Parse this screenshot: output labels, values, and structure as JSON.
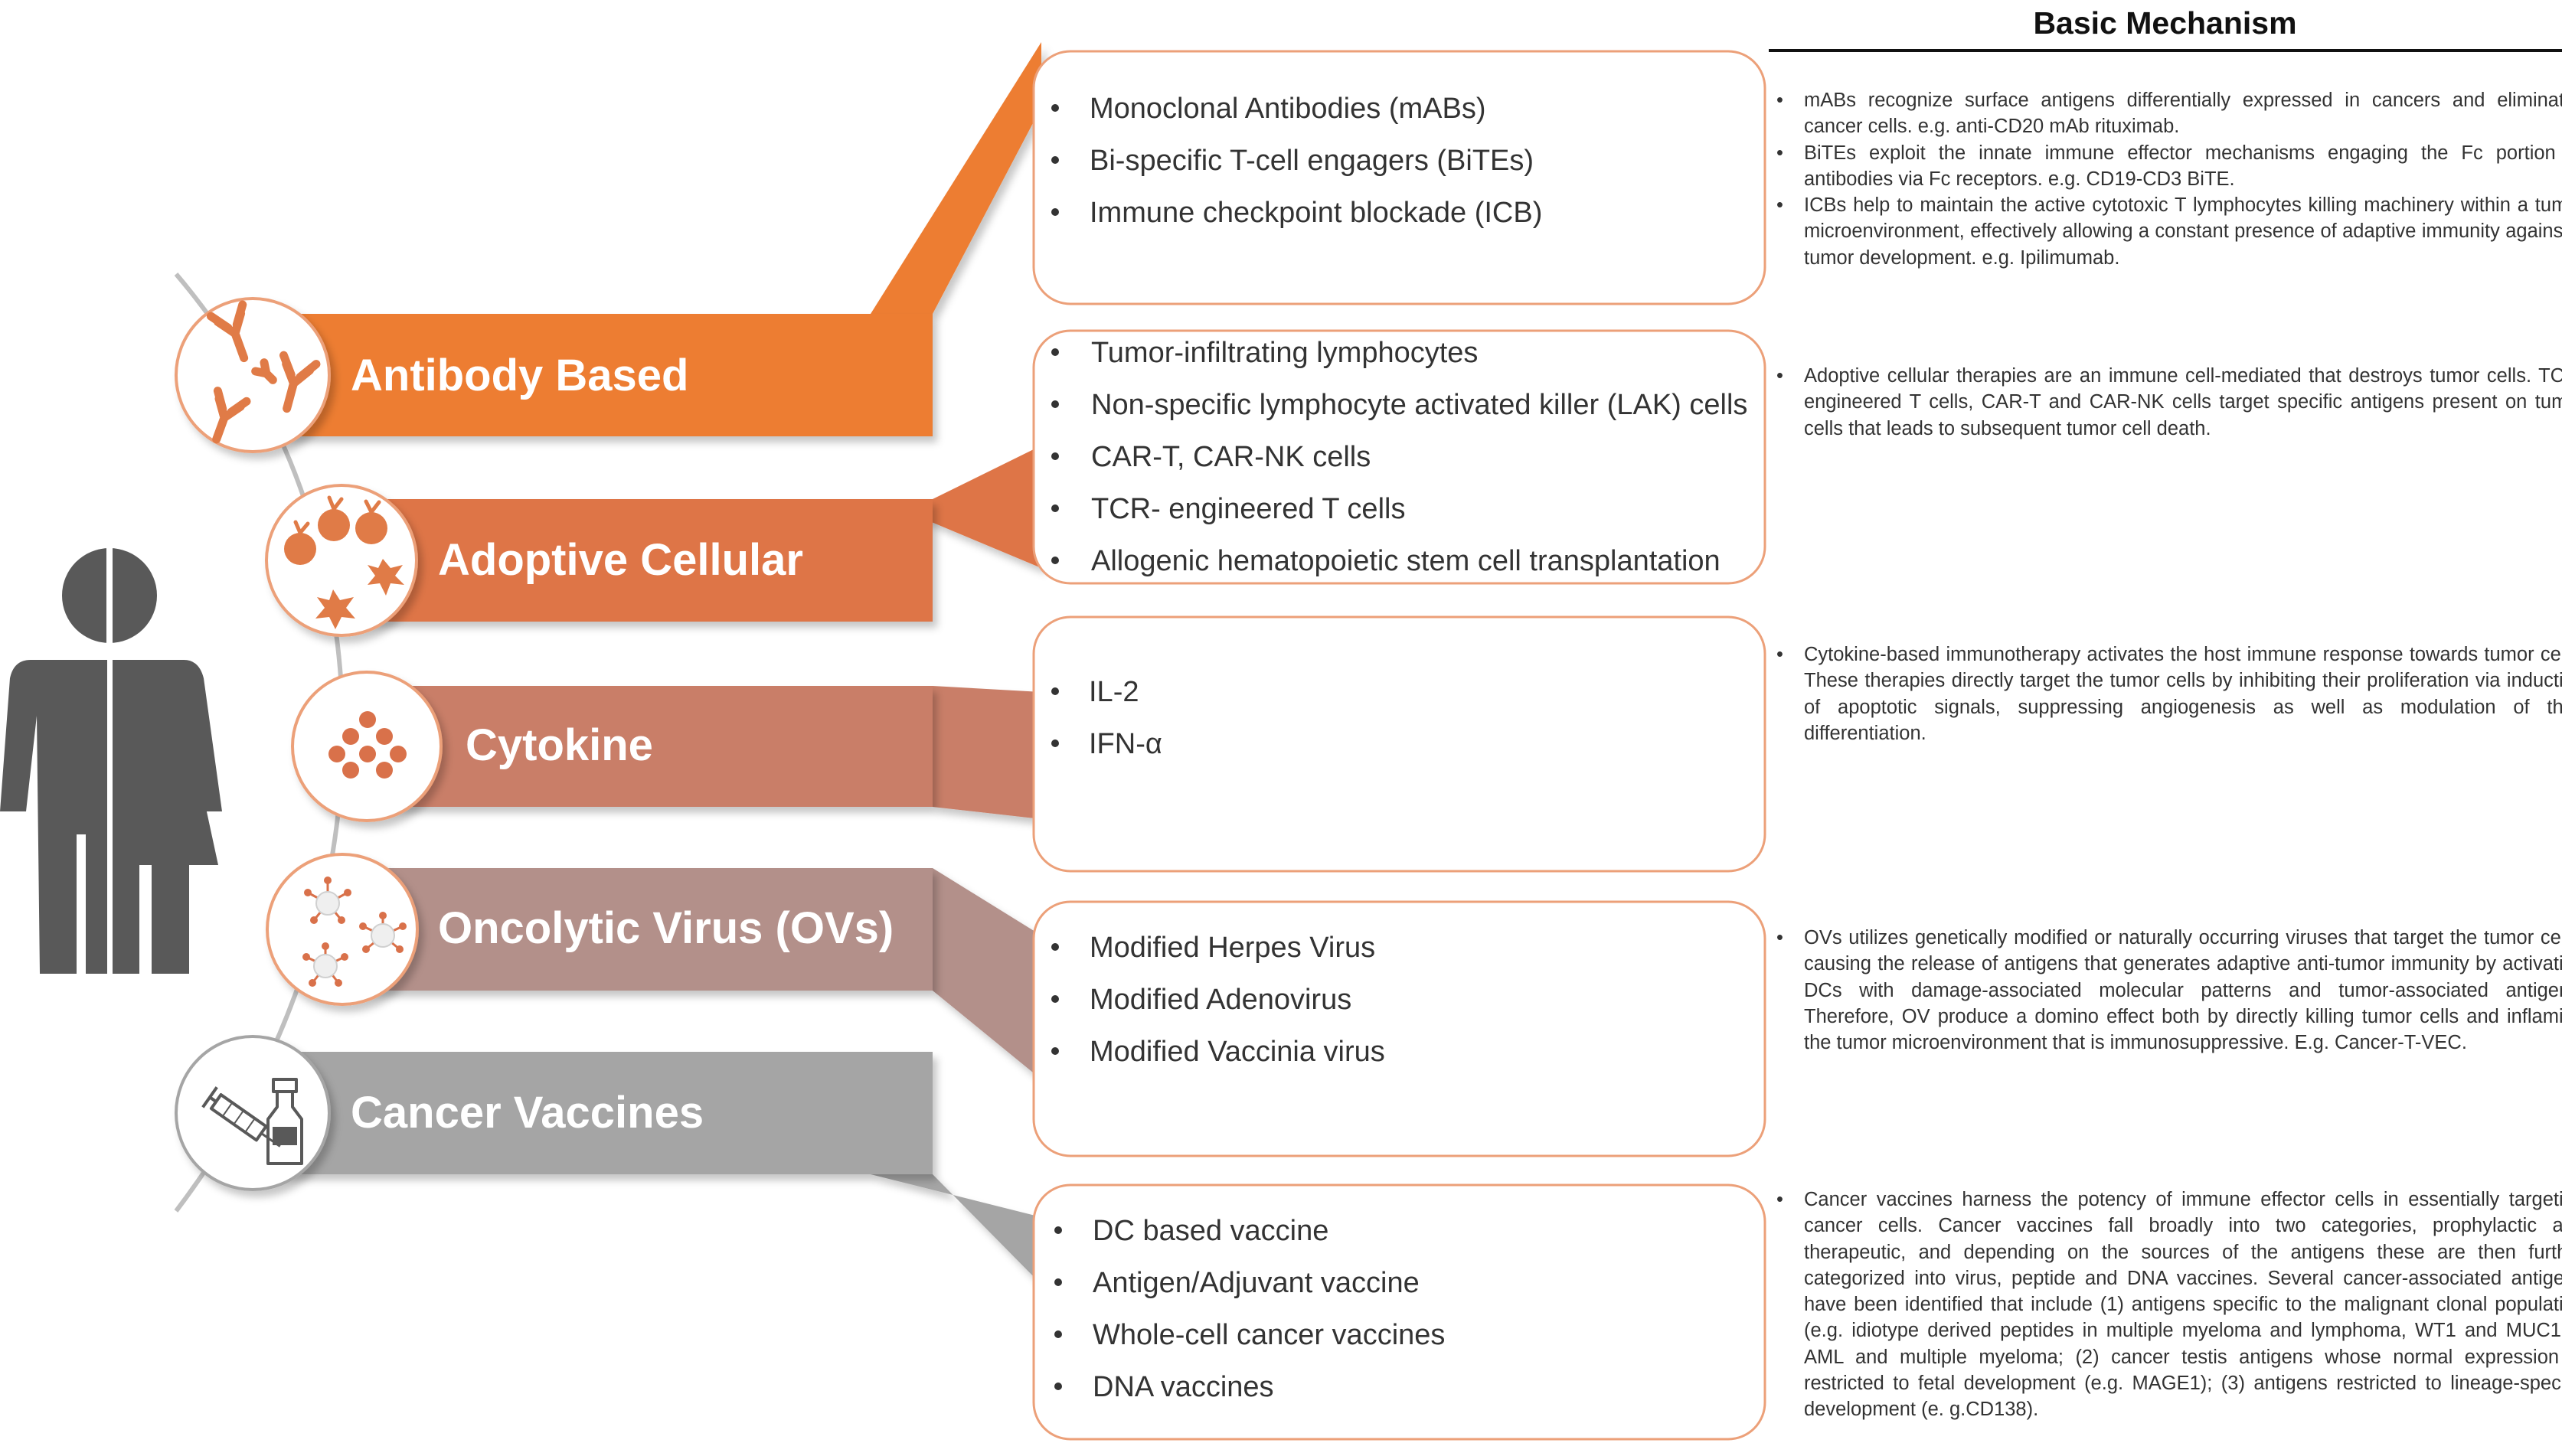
{
  "colors": {
    "antibody": "#ED7D31",
    "adoptive": "#DE7446",
    "cytokine": "#C97E67",
    "oncolytic": "#B3908A",
    "vaccine": "#A5A5A5",
    "figure": "#595959",
    "ring": "#ECA079",
    "cell": "#E07B47",
    "spine": "#BFBFBF",
    "text": "#333333"
  },
  "mechanism_title": "Basic Mechanism",
  "categories": [
    {
      "label": "Antibody Based",
      "icon": "antibody-icon",
      "items": [
        "Monoclonal Antibodies (mABs)",
        "Bi-specific T-cell engagers (BiTEs)",
        "Immune checkpoint blockade (ICB)"
      ],
      "mechanism": [
        "mABs recognize surface antigens differentially expressed in cancers and eliminates cancer cells. e.g. anti-CD20 mAb rituximab.",
        "BiTEs exploit the innate immune effector mechanisms engaging the Fc portion of antibodies via Fc receptors. e.g. CD19-CD3 BiTE.",
        "ICBs help to maintain the active cytotoxic T lymphocytes killing machinery within a tumor microenvironment, effectively allowing a constant presence of adaptive immunity against a tumor development. e.g. Ipilimumab."
      ]
    },
    {
      "label": "Adoptive Cellular",
      "icon": "immune-cells-icon",
      "items": [
        "Tumor-infiltrating lymphocytes",
        "Non-specific lymphocyte activated killer (LAK) cells",
        "CAR-T, CAR-NK cells",
        "TCR- engineered T cells",
        "Allogenic hematopoietic stem cell transplantation"
      ],
      "mechanism": [
        "Adoptive cellular therapies are an immune cell-mediated that destroys tumor cells. TCR-engineered T cells, CAR-T and CAR-NK cells target specific antigens present on tumor cells that leads to subsequent tumor cell death."
      ]
    },
    {
      "label": "Cytokine",
      "icon": "cytokine-icon",
      "items": [
        "IL-2",
        "IFN-α"
      ],
      "mechanism": [
        "Cytokine-based immunotherapy activates the host immune response towards tumor cells. These therapies directly target the tumor cells by inhibiting their proliferation via induction of apoptotic signals, suppressing angiogenesis as well as modulation of their differentiation."
      ]
    },
    {
      "label": "Oncolytic Virus (OVs)",
      "icon": "virus-icon",
      "items": [
        "Modified Herpes Virus",
        "Modified Adenovirus",
        "Modified Vaccinia virus"
      ],
      "mechanism": [
        "OVs utilizes genetically modified or naturally occurring viruses that target the tumor cells, causing the release of antigens that generates adaptive anti-tumor immunity by activating DCs with damage-associated molecular patterns and tumor-associated antigens. Therefore, OV produce a domino effect both by directly killing tumor cells and inflaming the tumor microenvironment that is immunosuppressive. E.g. Cancer-T-VEC."
      ]
    },
    {
      "label": "Cancer Vaccines",
      "icon": "syringe-vial-icon",
      "items": [
        "DC based vaccine",
        "Antigen/Adjuvant vaccine",
        "Whole-cell cancer vaccines",
        "DNA vaccines"
      ],
      "mechanism": [
        "Cancer vaccines harness the potency of immune effector cells in essentially targeting cancer cells. Cancer vaccines fall broadly into two categories, prophylactic and therapeutic, and depending on the sources of the antigens these are then further categorized into virus, peptide and DNA vaccines. Several cancer-associated antigens have been identified that include (1) antigens specific to the malignant clonal population (e.g. idiotype derived peptides in multiple myeloma and lymphoma, WT1 and MUC1 in AML and multiple myeloma; (2) cancer testis antigens whose normal expression is restricted to fetal development (e.g. MAGE1); (3) antigens restricted to lineage-specific development (e. g.CD138)."
      ]
    }
  ]
}
